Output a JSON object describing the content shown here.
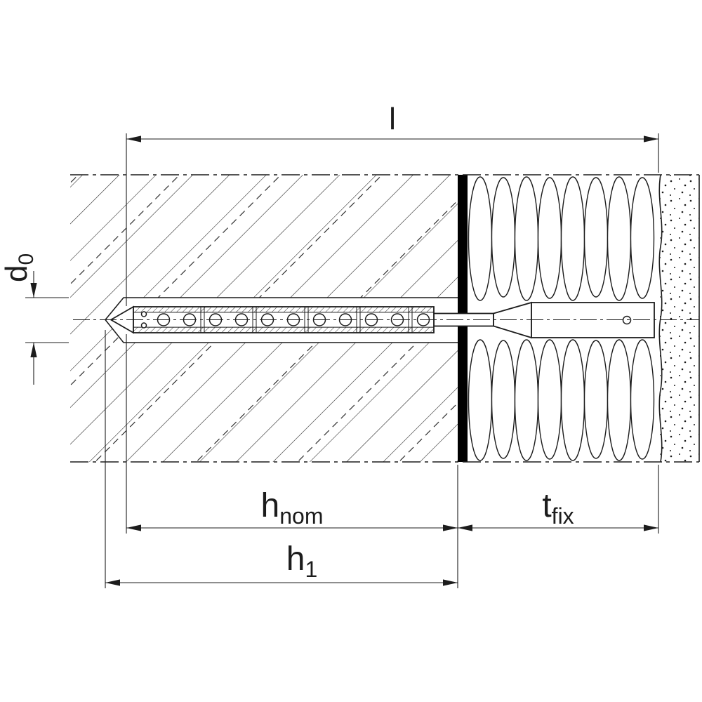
{
  "diagram": {
    "labels": {
      "total_length": {
        "main": "l",
        "sub": ""
      },
      "hole_diameter": {
        "main": "d",
        "sub": "0"
      },
      "nominal_embedment": {
        "main": "h",
        "sub": "nom"
      },
      "hole_depth": {
        "main": "h",
        "sub": "1"
      },
      "fixture_thickness": {
        "main": "t",
        "sub": "fix"
      }
    },
    "colors": {
      "stroke_hex": "#1c1c1c",
      "background_hex": "#ffffff",
      "adhesive_hex": "#000000"
    }
  }
}
